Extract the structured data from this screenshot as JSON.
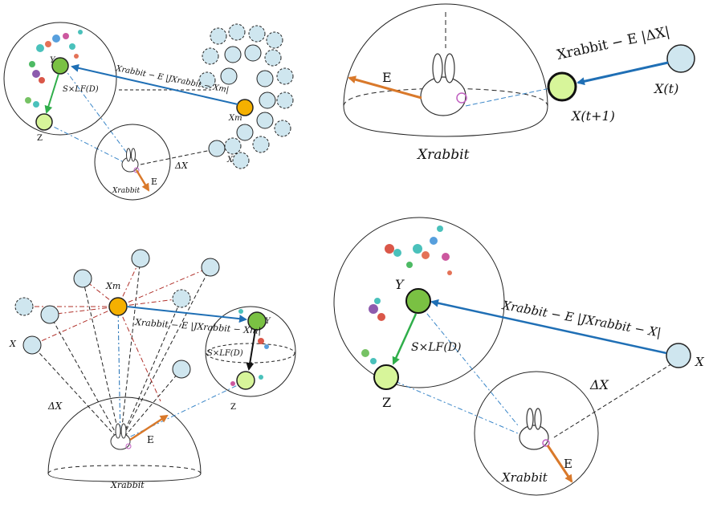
{
  "panels": {
    "top_left": {
      "y": "Y",
      "z": "Z",
      "xm": "Xm",
      "x": "X",
      "dx": "ΔX",
      "e": "E",
      "xrabbit": "Xrabbit",
      "slfd": "S×LF(D)",
      "formula": "Xrabbit − E |JXrabbit − Xm|"
    },
    "top_right": {
      "e": "E",
      "xrabbit": "Xrabbit",
      "formula": "Xrabbit − E |ΔX|",
      "xt": "X(t)",
      "xt1": "X(t+1)"
    },
    "bottom_left": {
      "xm": "Xm",
      "x": "X",
      "y": "Y",
      "z": "Z",
      "dx": "ΔX",
      "e": "E",
      "xrabbit": "Xrabbit",
      "slfd": "S×LF(D)",
      "formula": "Xrabbit − E |JXrabbit − Xm|"
    },
    "bottom_right": {
      "y": "Y",
      "z": "Z",
      "x": "X",
      "dx": "ΔX",
      "e": "E",
      "xrabbit": "Xrabbit",
      "slfd": "S×LF(D)",
      "formula": "Xrabbit − E |JXrabbit − X|"
    }
  },
  "colors": {
    "hawk": "#cfe6ef",
    "leader": "#f5b000",
    "y_node": "#7ac143",
    "z_node": "#d7f59a",
    "blue_arrow": "#1f6fb5",
    "orange_arrow": "#d9792b",
    "green_arrow": "#2fae4a",
    "red_dash": "#b0302a",
    "blue_dash": "#3a86c8"
  }
}
